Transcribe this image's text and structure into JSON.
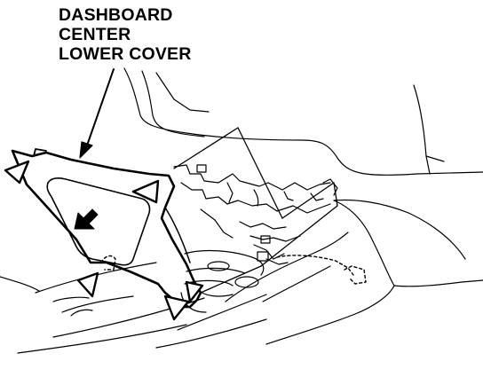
{
  "callout": {
    "lines": [
      "DASHBOARD",
      "CENTER",
      "LOWER COVER"
    ]
  },
  "colors": {
    "line": "#000000",
    "background": "#ffffff"
  },
  "icons": {
    "fastener_markers": "hollow-triangle",
    "direction_marker": "filled-arrow"
  }
}
